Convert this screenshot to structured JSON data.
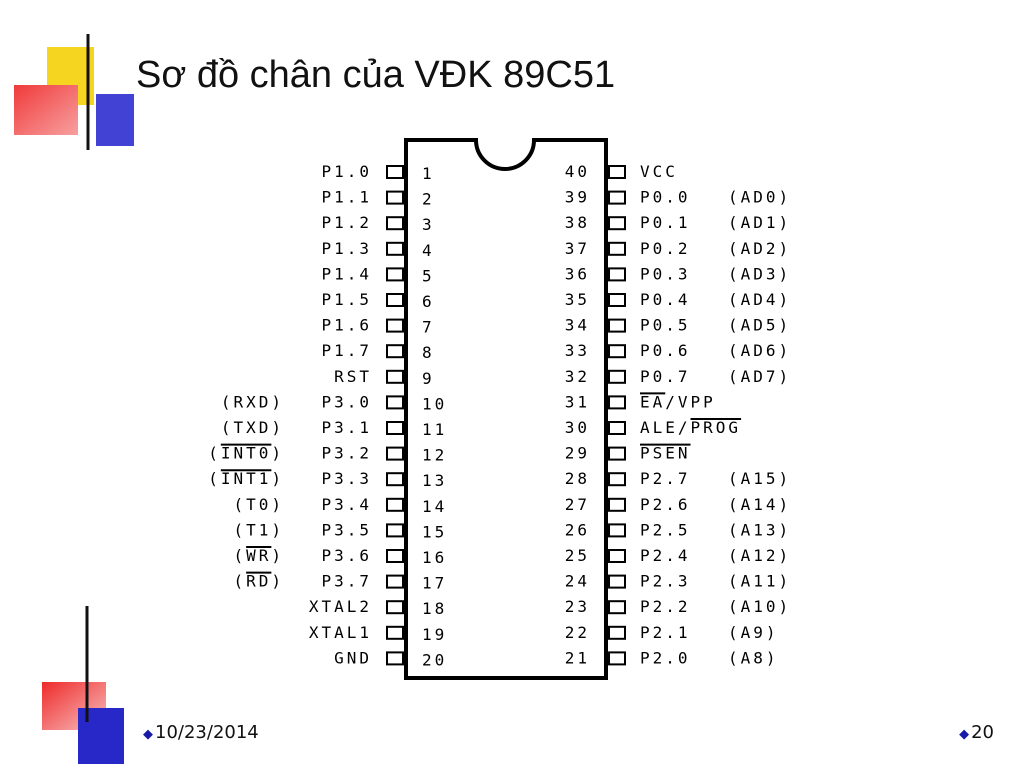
{
  "slide": {
    "title": "Sơ đồ chân của VĐK 89C51",
    "date": "10/23/2014",
    "page": "20"
  },
  "colors": {
    "accent_yellow": "#f6d520",
    "accent_red": "#ee3030",
    "accent_blue": "#2828c8",
    "rule_line": "#111111",
    "bullet": "#1a1aa8"
  },
  "pins_left": [
    {
      "num": "1",
      "label": "P1.0",
      "alt": "",
      "alt_bar": false,
      "label_bar": false
    },
    {
      "num": "2",
      "label": "P1.1",
      "alt": "",
      "alt_bar": false,
      "label_bar": false
    },
    {
      "num": "3",
      "label": "P1.2",
      "alt": "",
      "alt_bar": false,
      "label_bar": false
    },
    {
      "num": "4",
      "label": "P1.3",
      "alt": "",
      "alt_bar": false,
      "label_bar": false
    },
    {
      "num": "5",
      "label": "P1.4",
      "alt": "",
      "alt_bar": false,
      "label_bar": false
    },
    {
      "num": "6",
      "label": "P1.5",
      "alt": "",
      "alt_bar": false,
      "label_bar": false
    },
    {
      "num": "7",
      "label": "P1.6",
      "alt": "",
      "alt_bar": false,
      "label_bar": false
    },
    {
      "num": "8",
      "label": "P1.7",
      "alt": "",
      "alt_bar": false,
      "label_bar": false
    },
    {
      "num": "9",
      "label": "RST",
      "alt": "",
      "alt_bar": false,
      "label_bar": false
    },
    {
      "num": "10",
      "label": "P3.0",
      "alt": "(RXD)",
      "alt_bar": false,
      "label_bar": false
    },
    {
      "num": "11",
      "label": "P3.1",
      "alt": "(TXD)",
      "alt_bar": false,
      "label_bar": false
    },
    {
      "num": "12",
      "label": "P3.2",
      "alt": "(INT0)",
      "alt_bar": true,
      "label_bar": false
    },
    {
      "num": "13",
      "label": "P3.3",
      "alt": "(INT1)",
      "alt_bar": true,
      "label_bar": false
    },
    {
      "num": "14",
      "label": "P3.4",
      "alt": "(T0)",
      "alt_bar": false,
      "label_bar": false
    },
    {
      "num": "15",
      "label": "P3.5",
      "alt": "(T1)",
      "alt_bar": false,
      "label_bar": false
    },
    {
      "num": "16",
      "label": "P3.6",
      "alt": "(WR)",
      "alt_bar": true,
      "label_bar": false
    },
    {
      "num": "17",
      "label": "P3.7",
      "alt": "(RD)",
      "alt_bar": true,
      "label_bar": false
    },
    {
      "num": "18",
      "label": "XTAL2",
      "alt": "",
      "alt_bar": false,
      "label_bar": false
    },
    {
      "num": "19",
      "label": "XTAL1",
      "alt": "",
      "alt_bar": false,
      "label_bar": false
    },
    {
      "num": "20",
      "label": "GND",
      "alt": "",
      "alt_bar": false,
      "label_bar": false
    }
  ],
  "pins_right": [
    {
      "num": "40",
      "label": "VCC",
      "alt": "",
      "label_bar": false
    },
    {
      "num": "39",
      "label": "P0.0",
      "alt": "(AD0)",
      "label_bar": false
    },
    {
      "num": "38",
      "label": "P0.1",
      "alt": "(AD1)",
      "label_bar": false
    },
    {
      "num": "37",
      "label": "P0.2",
      "alt": "(AD2)",
      "label_bar": false
    },
    {
      "num": "36",
      "label": "P0.3",
      "alt": "(AD3)",
      "label_bar": false
    },
    {
      "num": "35",
      "label": "P0.4",
      "alt": "(AD4)",
      "label_bar": false
    },
    {
      "num": "34",
      "label": "P0.5",
      "alt": "(AD5)",
      "label_bar": false
    },
    {
      "num": "33",
      "label": "P0.6",
      "alt": "(AD6)",
      "label_bar": false
    },
    {
      "num": "32",
      "label": "P0.7",
      "alt": "(AD7)",
      "label_bar": false
    },
    {
      "num": "31",
      "label": "EA/VPP",
      "alt": "",
      "label_bar": true
    },
    {
      "num": "30",
      "label": "ALE/PROG",
      "alt": "",
      "label_bar": true
    },
    {
      "num": "29",
      "label": "PSEN",
      "alt": "",
      "label_bar": true
    },
    {
      "num": "28",
      "label": "P2.7",
      "alt": "(A15)",
      "label_bar": false
    },
    {
      "num": "27",
      "label": "P2.6",
      "alt": "(A14)",
      "label_bar": false
    },
    {
      "num": "26",
      "label": "P2.5",
      "alt": "(A13)",
      "label_bar": false
    },
    {
      "num": "25",
      "label": "P2.4",
      "alt": "(A12)",
      "label_bar": false
    },
    {
      "num": "24",
      "label": "P2.3",
      "alt": "(A11)",
      "label_bar": false
    },
    {
      "num": "23",
      "label": "P2.2",
      "alt": "(A10)",
      "label_bar": false
    },
    {
      "num": "22",
      "label": "P2.1",
      "alt": "(A9)",
      "label_bar": false
    },
    {
      "num": "21",
      "label": "P2.0",
      "alt": "(A8)",
      "label_bar": false
    }
  ]
}
